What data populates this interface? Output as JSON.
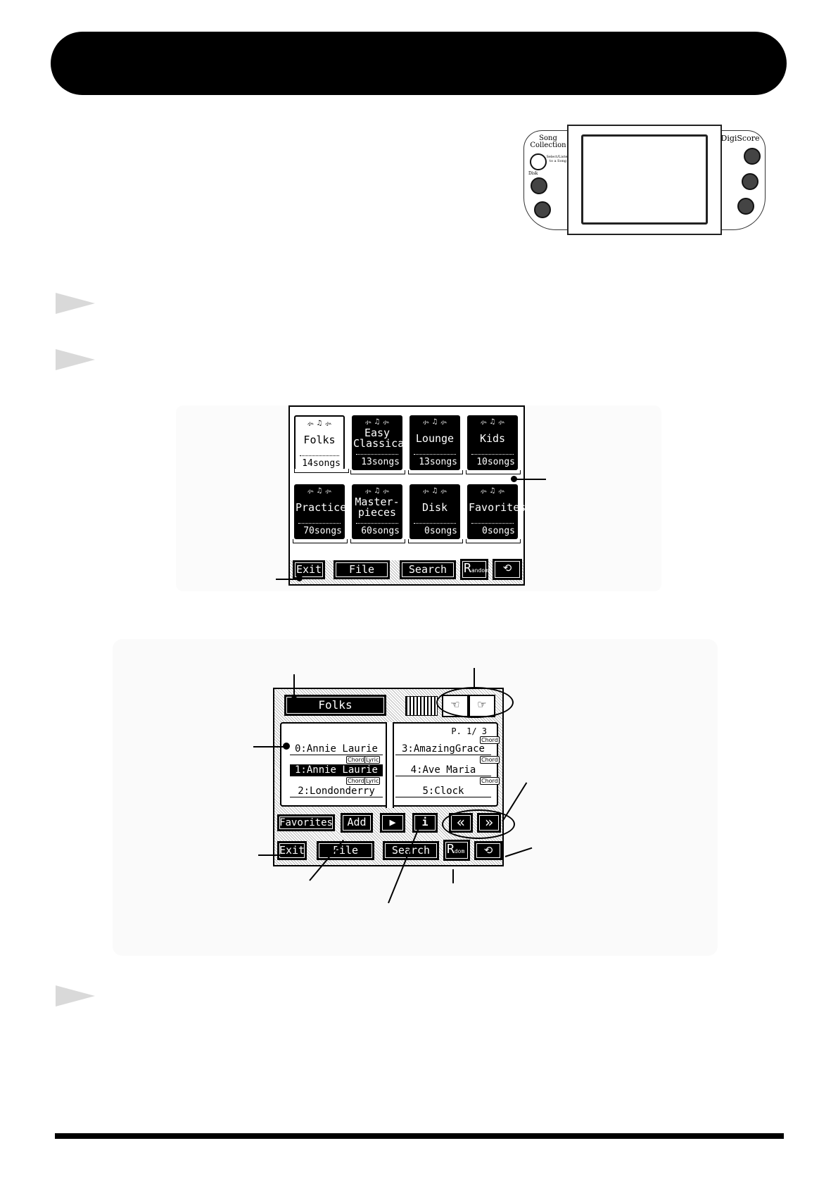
{
  "panel": {
    "left_label": "Song\nCollection",
    "left_button_label": "Select/Listen to a Song",
    "left_small_label": "Disk",
    "right_label": "DigiScore"
  },
  "screen1": {
    "categories": [
      {
        "title": "Folks",
        "count": "14songs",
        "selected": true
      },
      {
        "title": "Easy\nClassical",
        "count": "13songs",
        "selected": false
      },
      {
        "title": "Lounge",
        "count": "13songs",
        "selected": false
      },
      {
        "title": "Kids",
        "count": "10songs",
        "selected": false
      },
      {
        "title": "Practice",
        "count": "70songs",
        "selected": false
      },
      {
        "title": "Master-\npieces",
        "count": "60songs",
        "selected": false
      },
      {
        "title": "Disk",
        "count": "0songs",
        "selected": false
      },
      {
        "title": "Favorites",
        "count": "0songs",
        "selected": false
      }
    ],
    "buttons": {
      "exit": "Exit",
      "file": "File",
      "search": "Search",
      "random_big": "R",
      "random_small": "andom",
      "loop": "⟲"
    }
  },
  "screen2": {
    "category": "Folks",
    "page": "P. 1/ 3",
    "songs_left": [
      {
        "title": "0:Annie Laurie",
        "tags": [
          "Chord",
          "Lyric"
        ],
        "selected": false
      },
      {
        "title": "1:Annie Laurie",
        "tags": [
          "Chord",
          "Lyric"
        ],
        "selected": true
      },
      {
        "title": "2:Londonderry",
        "tags": [],
        "selected": false
      }
    ],
    "songs_right": [
      {
        "title": "3:AmazingGrace",
        "tags": [
          "Chord"
        ],
        "selected": false
      },
      {
        "title": "4:Ave Maria",
        "tags": [
          "Chord"
        ],
        "selected": false
      },
      {
        "title": "5:Clock",
        "tags": [],
        "selected": false
      }
    ],
    "top_tag": "Chord",
    "buttons": {
      "favorites": "Favorites",
      "add": "Add",
      "play": "▶",
      "info": "i",
      "prev": "«",
      "next": "»",
      "exit": "Exit",
      "file": "File",
      "search": "Search",
      "random_big": "R",
      "random_small": "dom",
      "loop": "⟲",
      "scroll_left": "☜",
      "scroll_right": "☞"
    }
  }
}
